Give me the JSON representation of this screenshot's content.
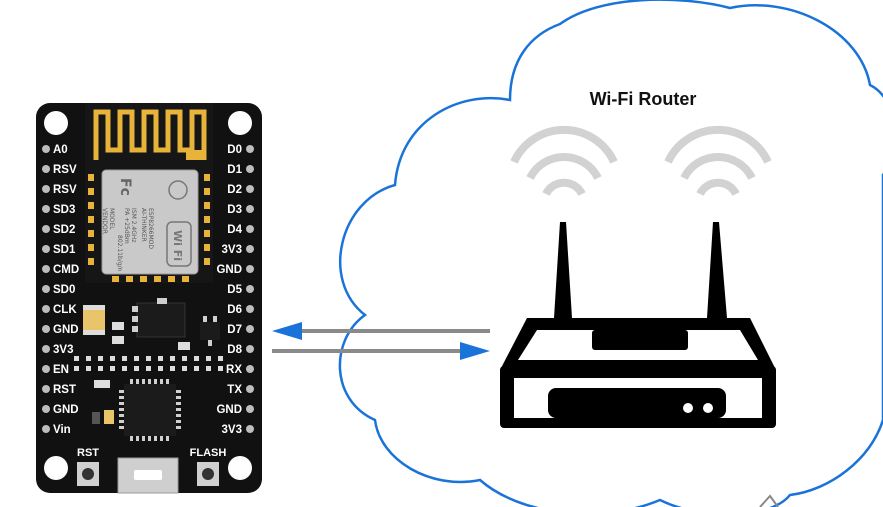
{
  "router": {
    "title": "Wi-Fi Router"
  },
  "board": {
    "left_pins": [
      "A0",
      "RSV",
      "RSV",
      "SD3",
      "SD2",
      "SD1",
      "CMD",
      "SD0",
      "CLK",
      "GND",
      "3V3",
      "EN",
      "RST",
      "GND",
      "Vin"
    ],
    "right_pins": [
      "D0",
      "D1",
      "D2",
      "D3",
      "D4",
      "3V3",
      "GND",
      "D5",
      "D6",
      "D7",
      "D8",
      "RX",
      "TX",
      "GND",
      "3V3"
    ],
    "buttons": {
      "rst_label": "RST",
      "flash_label": "FLASH"
    },
    "module_text": [
      "Fc",
      "MODEL",
      "VENDOR",
      "ESP8266MOD",
      "AI-THINKER",
      "ISM 2.4GHz",
      "PA +25dBm",
      "802.11b/g/n",
      "Wi Fi"
    ]
  },
  "colors": {
    "cloud_stroke": "#1a73d9",
    "arrow_head": "#1a73d9",
    "arrow_line": "#8a8a8a",
    "board": "#111111",
    "module_shield": "#c9c9c9",
    "antenna": "#e7b339",
    "wifi_waves": "#d2d2d2",
    "router": "#000000"
  },
  "icons": {
    "router": "router-icon",
    "wifi_left": "wifi-signal-icon",
    "wifi_right": "wifi-signal-icon"
  }
}
